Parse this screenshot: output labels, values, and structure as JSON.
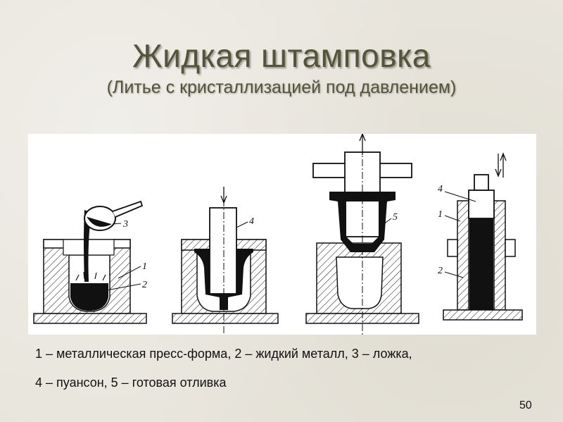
{
  "slide": {
    "title": "Жидкая штамповка",
    "subtitle": "(Литье с кристаллизацией под давлением)",
    "legend_line1": "1 – металлическая пресс-форма, 2 – жидкий металл, 3 – ложка,",
    "legend_line2": "4 – пуансон, 5 – готовая отливка",
    "page_number": "50"
  },
  "figure": {
    "labels": {
      "n1": "1",
      "n2": "2",
      "n3": "3",
      "n4": "4",
      "n5": "5"
    }
  },
  "colors": {
    "title": "#54543a",
    "metal": "#111111",
    "background": "#e8e5dc"
  }
}
